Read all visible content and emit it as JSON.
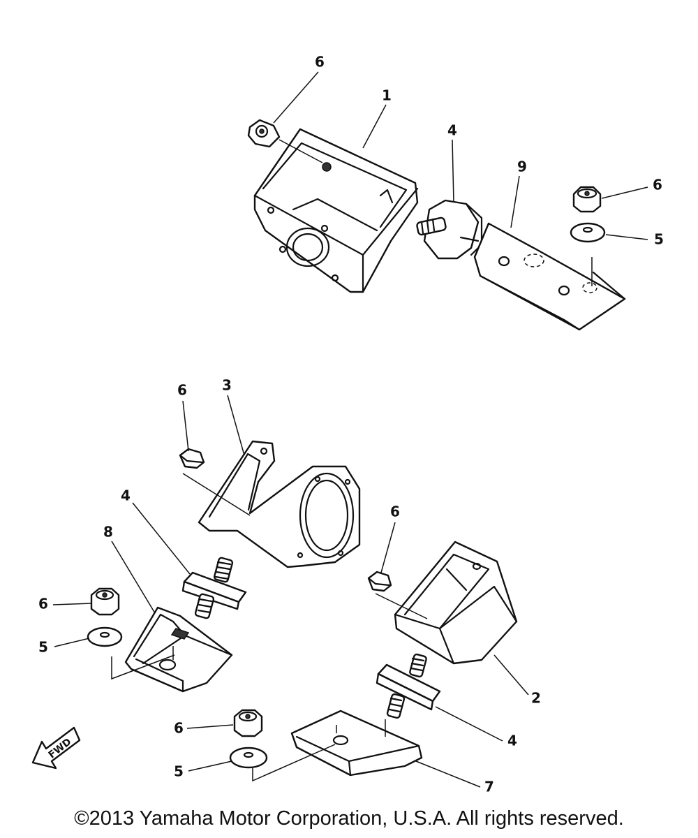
{
  "callouts": {
    "c6a": "6",
    "c1": "1",
    "c4a": "4",
    "c9": "9",
    "c6b": "6",
    "c5a": "5",
    "c6c": "6",
    "c3": "3",
    "c4b": "4",
    "c8": "8",
    "c6d": "6",
    "c5b": "5",
    "c6e": "6",
    "c2": "2",
    "c4c": "4",
    "c6f": "6",
    "c5c": "5",
    "c7": "7"
  },
  "fwd_label": "FWD",
  "copyright": "©2013 Yamaha Motor Corporation, U.S.A. All rights reserved."
}
